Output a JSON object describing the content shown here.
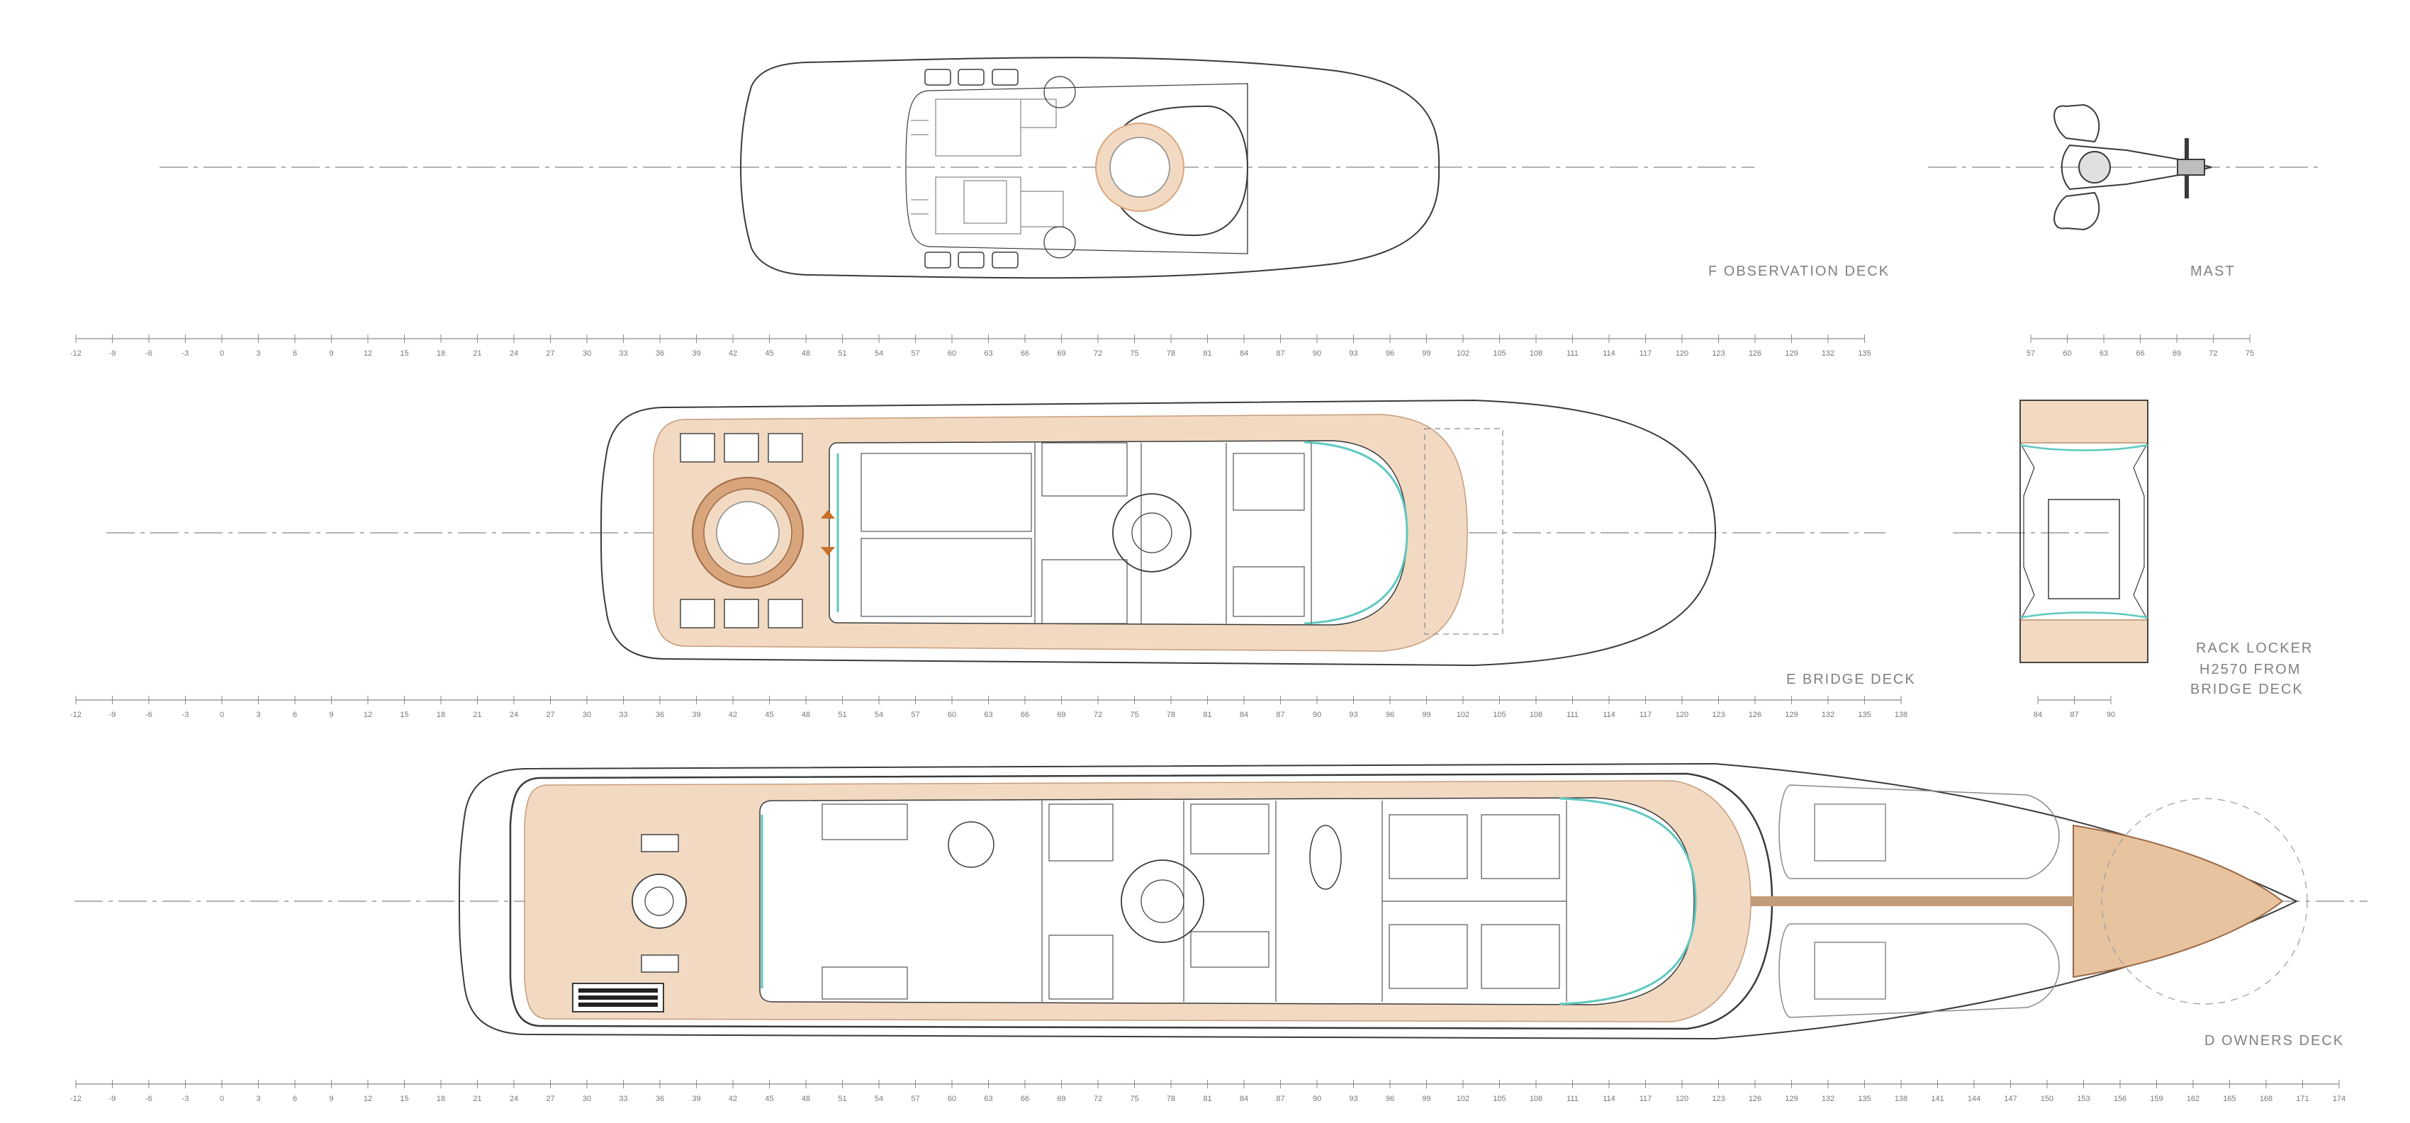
{
  "decks": {
    "observation": {
      "label": "F OBSERVATION DECK"
    },
    "mast": {
      "label": "MAST"
    },
    "bridge": {
      "label": "E BRIDGE DECK"
    },
    "rack_locker": {
      "line1": "RACK LOCKER",
      "line2": "H2570 FROM",
      "line3": "BRIDGE DECK"
    },
    "owners": {
      "label": "D OWNERS DECK"
    }
  },
  "scales": {
    "top": {
      "start": -12,
      "first": -9,
      "step": 3,
      "last": 135
    },
    "middle": {
      "start": -12,
      "first": -9,
      "step": 3,
      "last": 138
    },
    "bottom": {
      "start": -12,
      "first": -9,
      "step": 3,
      "last": 174
    },
    "mast": {
      "first": 57,
      "step": 3,
      "last": 75
    },
    "rack": {
      "first": 84,
      "step": 3,
      "last": 90
    }
  },
  "colors": {
    "line": "#3a3a3a",
    "light_line": "#9a9a9a",
    "teak": "#f2d9c2",
    "teak_dark": "#d9a57c",
    "glass": "#5fc8c0",
    "accent": "#c8702a"
  }
}
